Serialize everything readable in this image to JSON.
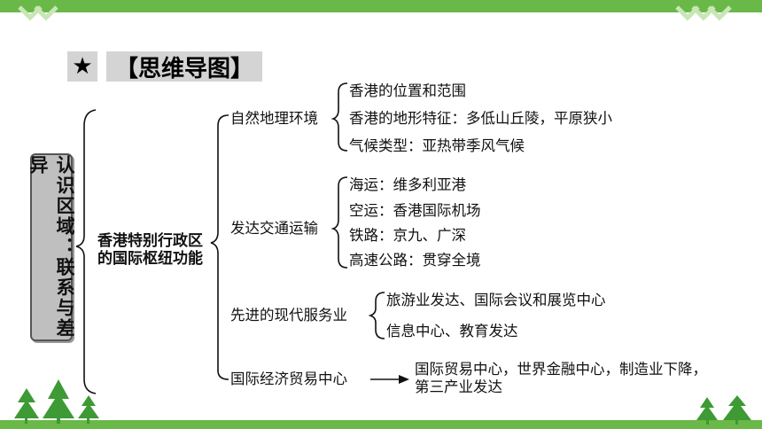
{
  "header": {
    "star": "★",
    "title": "【思维导图】"
  },
  "left_title": "认识区域：联系与差异",
  "center_topic": "香港特别行政区\n的国际枢纽功能",
  "branches": [
    {
      "label": "自然地理环境",
      "items": [
        "香港的位置和范围",
        "香港的地形特征：多低山丘陵，平原狭小",
        "气候类型：亚热带季风气候"
      ]
    },
    {
      "label": "发达交通运输",
      "items": [
        "海运：维多利亚港",
        "空运：香港国际机场",
        "铁路：京九、广深",
        "高速公路：贯穿全境"
      ]
    },
    {
      "label": "先进的现代服务业",
      "items": [
        "旅游业发达、国际会议和展览中心",
        "信息中心、教育发达"
      ]
    },
    {
      "label": "国际经济贸易中心",
      "result": [
        "国际贸易中心，世界金融中心，制造业下降，",
        "第三产业发达"
      ]
    }
  ],
  "colors": {
    "accent_green": "#69b848",
    "tree_green": "#3e9a34",
    "box_gray": "#bfbfbf"
  }
}
